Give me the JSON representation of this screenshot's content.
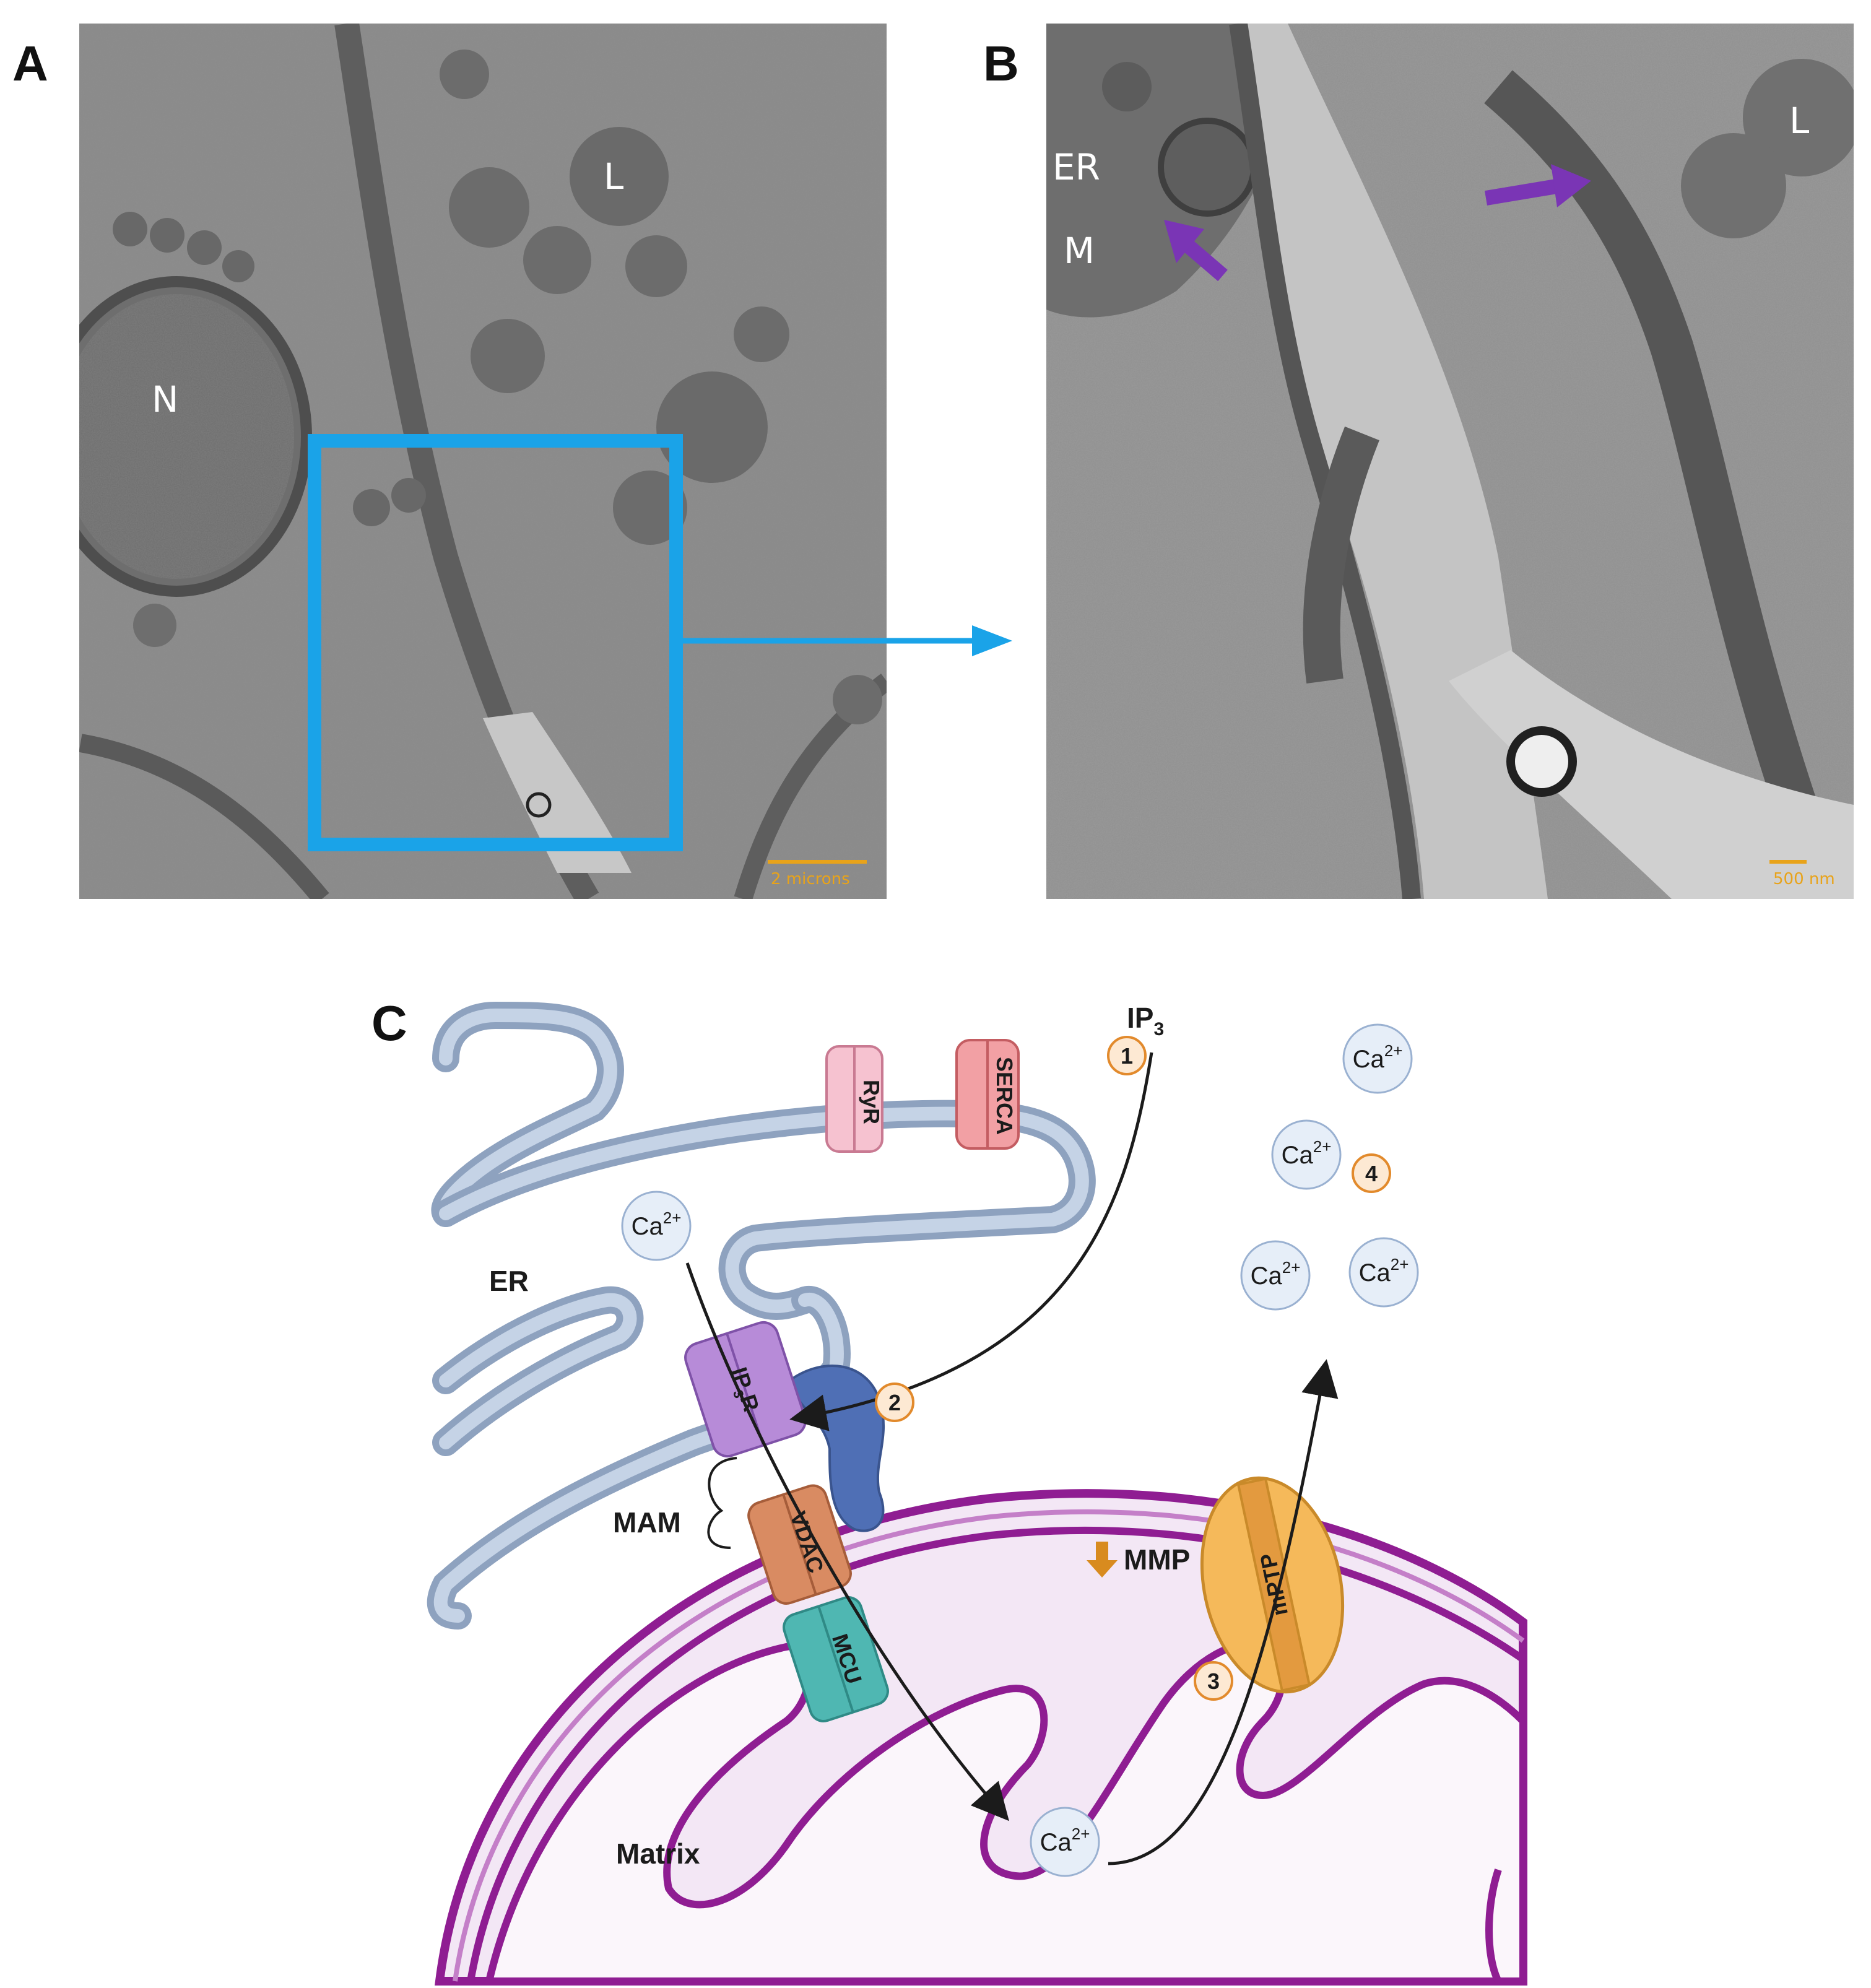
{
  "panels": {
    "a": {
      "letter": "A",
      "labels": {
        "nucleus": "N",
        "lipid": "L"
      },
      "scale_bar": "2 microns"
    },
    "b": {
      "letter": "B",
      "labels": {
        "er": "ER",
        "mito": "M",
        "lipid": "L"
      },
      "scale_bar": "500 nm"
    },
    "c": {
      "letter": "C",
      "labels": {
        "er": "ER",
        "mam": "MAM",
        "matrix": "Matrix",
        "mmp": "MMP"
      },
      "proteins": {
        "ryr": "RyR",
        "serca": "SERCA",
        "ip3r": "IP",
        "ip3r_sub": "3",
        "ip3r_tail": "R",
        "vdac": "VDAC",
        "mcu": "MCU",
        "mptp": "mPTP"
      },
      "ip3": {
        "text": "IP",
        "sub": "3"
      },
      "calcium": {
        "text": "Ca",
        "sup": "2+"
      },
      "steps": [
        "1",
        "2",
        "3",
        "4"
      ]
    }
  },
  "colors": {
    "micrograph_bg": "#8a8a8a",
    "highlight_box": "#1aa3e8",
    "purple_arrow": "#7a35b5",
    "scale_bar": "#e8a31a",
    "er_membrane": "#a9bcd6",
    "mito_membrane": "#8f1d92",
    "mito_matrix": "#f5edf7",
    "ryr": "#f6c2d0",
    "serca": "#f2a0a4",
    "ip3r": "#b78bd8",
    "vdac": "#d98b62",
    "mcu": "#4fb7b2",
    "mptp": "#f5b95a",
    "ca_ion": "#e6eef8",
    "step_circle": "#e28a2c"
  }
}
